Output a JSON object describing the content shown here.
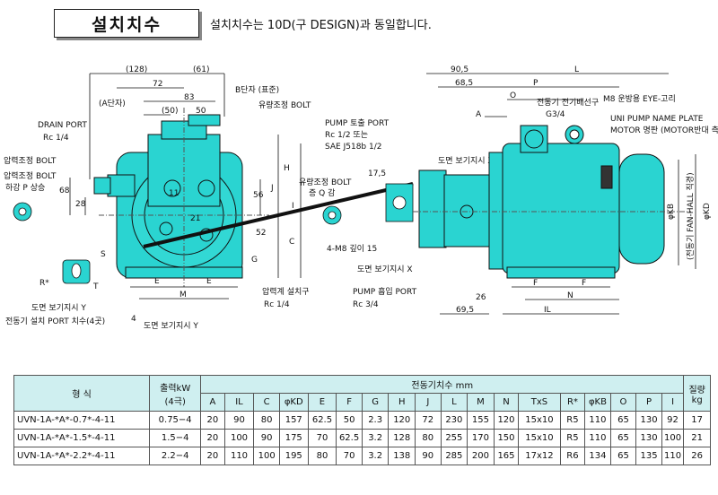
{
  "header": {
    "title": "설치치수",
    "note": "설치치수는 10D(구 DESIGN)과 동일합니다."
  },
  "drawing": {
    "dims": {
      "d128": "(128)",
      "d61": "(61)",
      "d72": "72",
      "d83": "83",
      "d50p": "(50)",
      "d50": "50",
      "d90_5": "90,5",
      "d68_5": "68,5",
      "L": "L",
      "P": "P",
      "O": "O",
      "A": "A",
      "d17_5": "17,5",
      "d68": "68",
      "d28": "28",
      "d11": "11",
      "d21": "21",
      "d56": "56",
      "d52": "52",
      "H": "H",
      "I": "I",
      "J": "J",
      "C": "C",
      "G": "G",
      "S": "S",
      "T": "T",
      "E1": "E",
      "E2": "E",
      "M": "M",
      "F1": "F",
      "F2": "F",
      "N": "N",
      "IL": "IL",
      "d26": "26",
      "d69_5": "69,5",
      "KB": "φKB",
      "KD": "φKD",
      "Rstar": "R*",
      "four": "4"
    },
    "labels": {
      "a_terminal": "(A단자)",
      "b_terminal": "B단자 (표준)",
      "flow_bolt": "유량조정 BOLT",
      "drain_port": "DRAIN PORT",
      "drain_size": "Rc 1/4",
      "press_bolt1": "압력조정 BOLT",
      "press_bolt2": "압력조정 BOLT",
      "press_dir": "하강  P  상승",
      "pump_out_port": "PUMP 토출 PORT",
      "pump_out_size": "Rc 1/2 또는",
      "pump_out_sae": "SAE J518b 1/2",
      "view_x_top": "도면 보기지시 X",
      "flow_bolt2": "유량조정 BOLT",
      "flow_dir": "증   Q   감",
      "m8_depth": "4-M8 깊이 15",
      "view_x_mid": "도면 보기지시 X",
      "gauge_port": "압력계 설치구",
      "gauge_size": "Rc 1/4",
      "pump_in_port": "PUMP 흡입 PORT",
      "pump_in_size": "Rc 3/4",
      "view_y": "도면 보기지시 Y",
      "port_dims": "전동기 설치 PORT 치수(4곳)",
      "view_y2": "도면 보기지시 Y",
      "conduit": "전동기 전기배선구",
      "conduit_size": "G3/4",
      "eye_bolt": "M8 운방용 EYE-고리",
      "name_plate": "UNI PUMP NAME PLATE",
      "motor_plate": "MOTOR 명판 (MOTOR반대 측)",
      "fan_note": "(전동기 FAN-HALL 직경)"
    }
  },
  "table": {
    "header_model": "형 식",
    "header_power": "출력kW",
    "header_power_sub": "(4극)",
    "header_dims": "전동기치수 mm",
    "header_weight": "질량",
    "header_weight_unit": "kg",
    "columns": [
      "A",
      "IL",
      "C",
      "φKD",
      "E",
      "F",
      "G",
      "H",
      "J",
      "L",
      "M",
      "N",
      "TxS",
      "R*",
      "φKB",
      "O",
      "P",
      "I"
    ],
    "rows": [
      {
        "model": "UVN-1A-*A*-0.7*-4-11",
        "power": "0.75−4",
        "values": [
          "20",
          "90",
          "80",
          "157",
          "62.5",
          "50",
          "2.3",
          "120",
          "72",
          "230",
          "155",
          "120",
          "15x10",
          "R5",
          "110",
          "65",
          "130",
          "92"
        ],
        "weight": "17"
      },
      {
        "model": "UVN-1A-*A*-1.5*-4-11",
        "power": "1.5−4",
        "values": [
          "20",
          "100",
          "90",
          "175",
          "70",
          "62.5",
          "3.2",
          "128",
          "80",
          "255",
          "170",
          "150",
          "15x10",
          "R5",
          "110",
          "65",
          "130",
          "100"
        ],
        "weight": "21"
      },
      {
        "model": "UVN-1A-*A*-2.2*-4-11",
        "power": "2.2−4",
        "values": [
          "20",
          "110",
          "100",
          "195",
          "80",
          "70",
          "3.2",
          "138",
          "90",
          "285",
          "200",
          "165",
          "17x12",
          "R6",
          "134",
          "65",
          "135",
          "110"
        ],
        "weight": "26"
      }
    ]
  }
}
